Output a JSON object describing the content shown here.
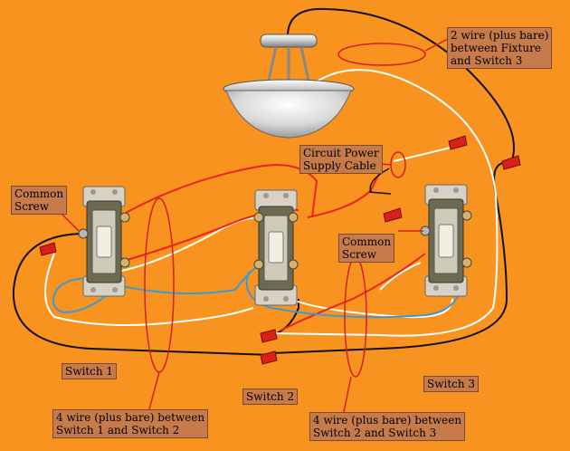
{
  "labels": {
    "fixture_cable": "2 wire (plus bare)\nbetween Fixture\nand Switch 3",
    "power_cable": "Circuit Power\nSupply Cable",
    "common_left": "Common\nScrew",
    "common_right": "Common\nScrew",
    "switch1": "Switch 1",
    "switch2": "Switch 2",
    "switch3": "Switch 3",
    "cable_1_2": "4 wire (plus bare) between\nSwitch 1 and Switch 2",
    "cable_2_3": "4 wire (plus bare) between\nSwitch 2 and Switch 3"
  },
  "colors": {
    "background": "#f7931e",
    "label_fill": "#c77a4a",
    "wire_black": "#111111",
    "wire_white": "#ffffff",
    "wire_red": "#e8241c",
    "wire_blue": "#3a9bd5",
    "wire_nut": "#d8201a",
    "cable_ring": "#d81e1e"
  }
}
